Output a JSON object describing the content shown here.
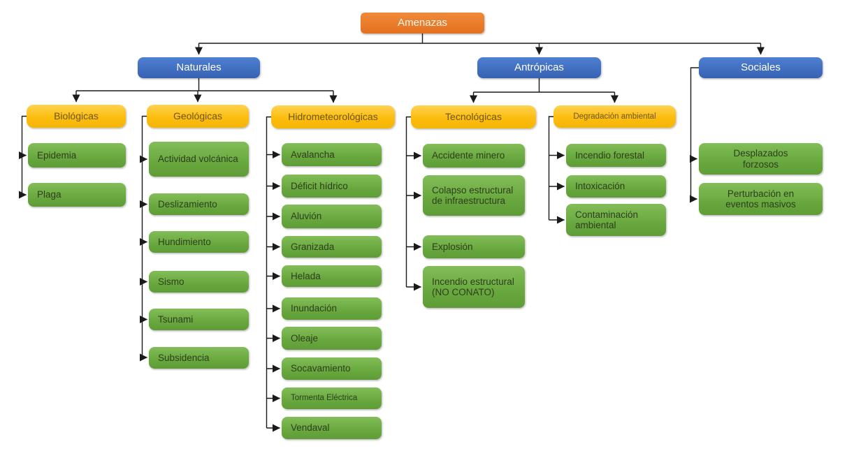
{
  "root": {
    "label": "Amenazas"
  },
  "categories": [
    {
      "label": "Naturales"
    },
    {
      "label": "Antrópicas"
    },
    {
      "label": "Sociales"
    }
  ],
  "groups": [
    {
      "label": "Biológicas",
      "items": [
        "Epidemia",
        "Plaga"
      ]
    },
    {
      "label": "Geológicas",
      "items": [
        "Actividad volcánica",
        "Deslizamiento",
        "Hundimiento",
        "Sismo",
        "Tsunami",
        "Subsidencia"
      ]
    },
    {
      "label": "Hidrometeorológicas",
      "items": [
        "Avalancha",
        "Déficit hídrico",
        "Aluvión",
        "Granizada",
        "Helada",
        "Inundación",
        "Oleaje",
        "Socavamiento",
        "Tormenta Eléctrica",
        "Vendaval"
      ]
    },
    {
      "label": "Tecnológicas",
      "items": [
        "Accidente minero",
        "Colapso estructural de infraestructura",
        "Explosión",
        "Incendio estructural (NO CONATO)"
      ]
    },
    {
      "label": "Degradación ambiental",
      "items": [
        "Incendio forestal",
        "Intoxicación",
        "Contaminación ambiental"
      ]
    }
  ],
  "social_items": [
    "Desplazados forzosos",
    "Perturbación en eventos masivos"
  ],
  "colors": {
    "root_orange": "#e8762a",
    "category_blue": "#3e6dbf",
    "group_yellow": "#fdc010",
    "item_green": "#6fae44",
    "connector_black": "#1a1a1a"
  }
}
